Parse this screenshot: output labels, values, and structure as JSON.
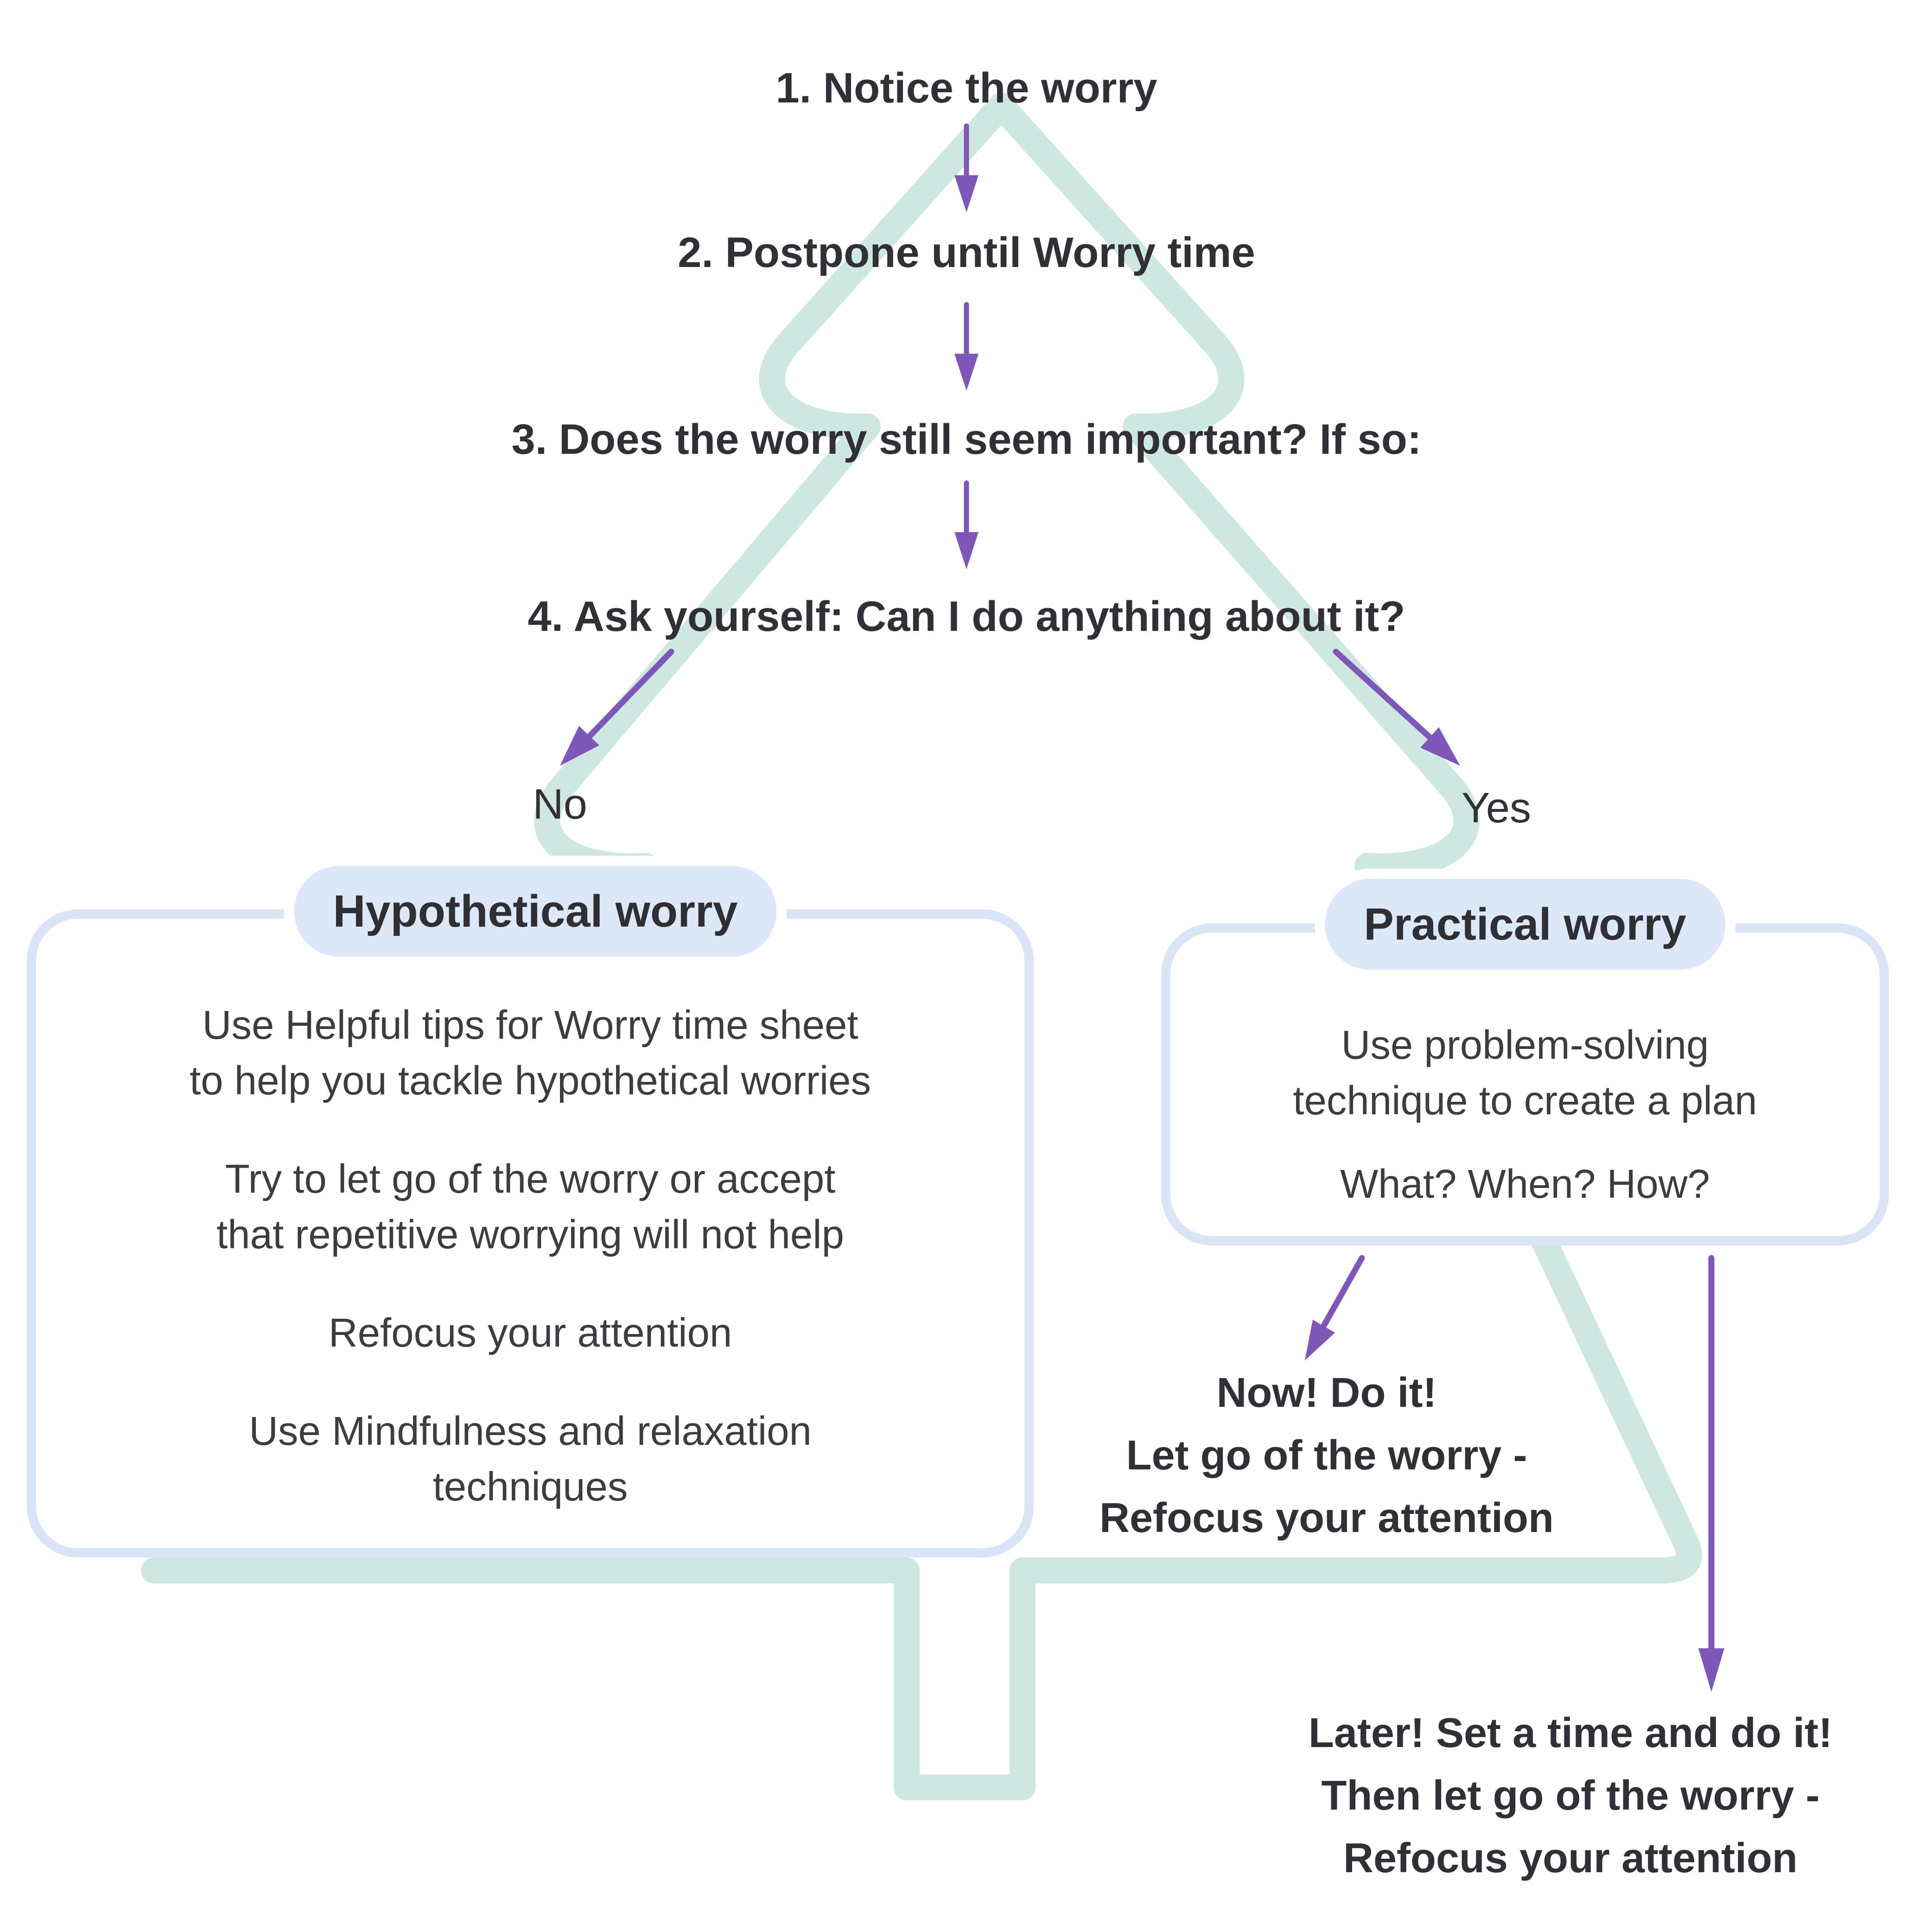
{
  "steps": {
    "s1": "1. Notice the worry",
    "s2": "2. Postpone until Worry time",
    "s3": "3. Does the worry still seem important? If so:",
    "s4": "4. Ask yourself: Can I do anything about it?"
  },
  "branch": {
    "no": "No",
    "yes": "Yes"
  },
  "hypothetical": {
    "title": "Hypothetical worry",
    "p1l1": "Use Helpful tips for Worry time sheet",
    "p1l2": "to help you tackle hypothetical worries",
    "p2l1": "Try to let go of the worry or accept",
    "p2l2": "that repetitive worrying will not help",
    "p3": "Refocus your attention",
    "p4l1": "Use Mindfulness and relaxation",
    "p4l2": "techniques"
  },
  "practical": {
    "title": "Practical worry",
    "p1l1": "Use problem-solving",
    "p1l2": "technique to create a plan",
    "p2": "What? When? How?"
  },
  "outcomes": {
    "now_l1": "Now! Do it!",
    "now_l2": "Let go of the worry -",
    "now_l3": "Refocus your attention",
    "later_l1": "Later! Set a time and do it!",
    "later_l2": "Then let go of the worry -",
    "later_l3": "Refocus your attention"
  },
  "colors": {
    "background": "#ffffff",
    "tree_outline": "#cee8e1",
    "arrow": "#7e57b9",
    "box_border": "#d9e5f6",
    "pill_background": "#dce8f8",
    "heading_text": "#2f2f34",
    "body_text": "#3c3c41"
  }
}
